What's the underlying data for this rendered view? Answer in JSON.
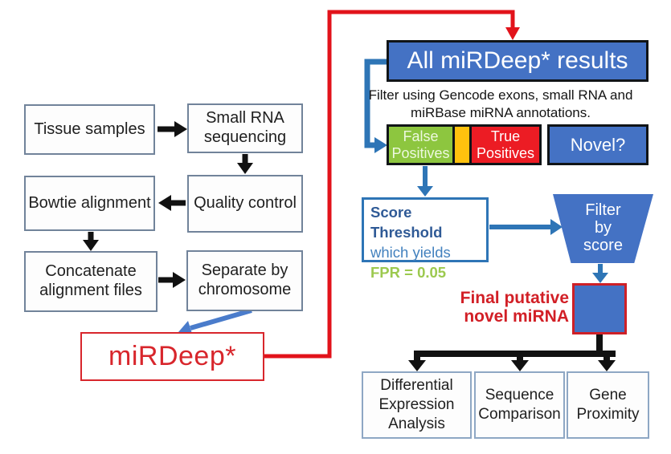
{
  "title": "miRDeep* analysis pipeline flowchart",
  "colors": {
    "box_blue": "#4472c4",
    "connector_blue": "#2e75b6",
    "diagonal_arrow_blue": "#4a7ccb",
    "line_red": "#e2131b",
    "green": "#8dc63f",
    "orange": "#ffc20e",
    "red": "#ec1c24",
    "score_title_blue": "#2f5a96",
    "score_sub_blue": "#4281be",
    "fpr_green": "#9cc94f",
    "final_red": "#d21f26",
    "black": "#101417"
  },
  "left_flow": {
    "boxes": [
      {
        "label": "Tissue samples"
      },
      {
        "label": "Small RNA sequencing"
      },
      {
        "label": "Bowtie alignment"
      },
      {
        "label": "Quality control"
      },
      {
        "label": "Concatenate alignment files"
      },
      {
        "label": "Separate by chromosome"
      }
    ],
    "mirdeep_label": "miRDeep*"
  },
  "right_flow": {
    "all_results_label": "All miRDeep* results",
    "filter_caption_line1": "Filter using Gencode exons, small RNA and",
    "filter_caption_line2": "miRBase miRNA annotations.",
    "bar": {
      "segments": [
        {
          "label": "False Positives",
          "color": "green"
        },
        {
          "label": "",
          "color": "orange"
        },
        {
          "label": "True Positives",
          "color": "red"
        },
        {
          "label": "Novel?",
          "color": "blue"
        }
      ]
    },
    "score_box": {
      "line1": "Score Threshold",
      "line2": "which yields",
      "line3": "FPR = 0.05"
    },
    "funnel_label": "Filter by score",
    "final_label": "Final putative novel miRNA",
    "bottom_boxes": [
      {
        "label": "Differential Expression Analysis"
      },
      {
        "label": "Sequence Comparison"
      },
      {
        "label": "Gene Proximity"
      }
    ]
  }
}
